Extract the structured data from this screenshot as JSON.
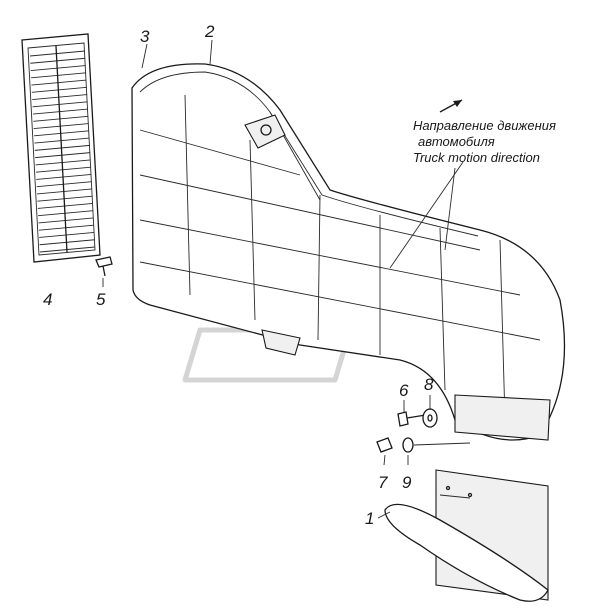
{
  "diagram": {
    "callouts": {
      "c1": "1",
      "c2": "2",
      "c3": "3",
      "c4": "4",
      "c5": "5",
      "c6": "6",
      "c7": "7",
      "c8": "8",
      "c9": "9"
    },
    "direction_note": {
      "line1": "Направление движения",
      "line2": "автомобиля",
      "line3": "Truck motion direction"
    }
  }
}
